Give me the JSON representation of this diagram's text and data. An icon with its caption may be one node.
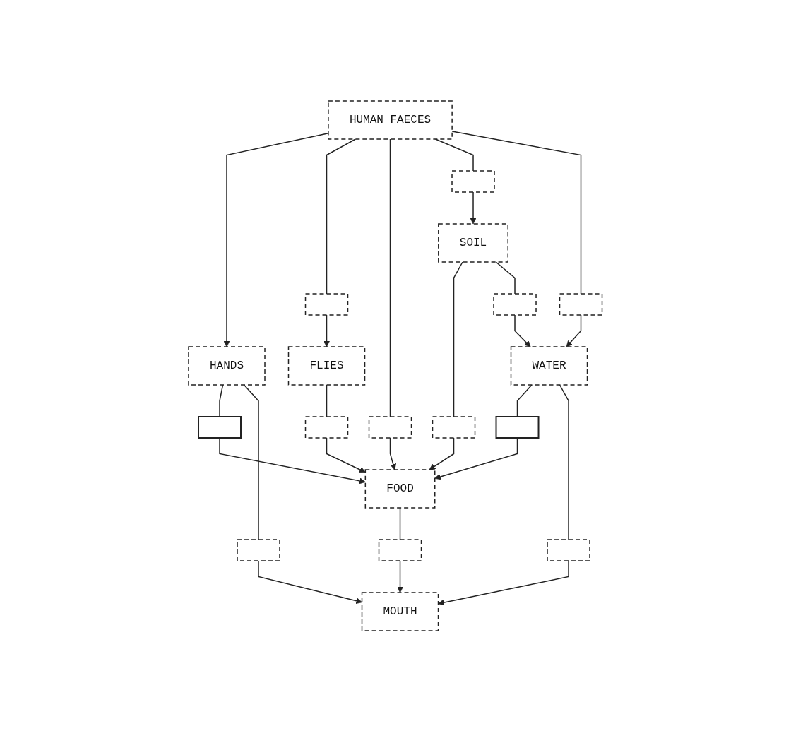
{
  "diagram": {
    "nodes": [
      {
        "text": [
          "HUMAN FAECES"
        ]
      },
      {
        "text": [],
        "shape": "box"
      },
      {
        "text": [],
        "shape": "box"
      },
      {
        "text": [],
        "shape": "box"
      },
      {
        "text": [],
        "shape": "box"
      },
      {
        "text": [
          "FLIES"
        ]
      },
      {
        "text": [
          "SOIL"
        ]
      },
      {
        "text": [],
        "shape": "box"
      },
      {
        "text": [],
        "shape": "box"
      },
      {
        "text": [],
        "shape": "box"
      },
      {
        "text": [
          "HANDS"
        ]
      },
      {
        "text": [],
        "shape": "box"
      },
      {
        "text": [
          "FOOD"
        ]
      },
      {
        "text": [],
        "shape": "box"
      },
      {
        "text": [
          "WATER"
        ]
      },
      {
        "text": [],
        "shape": "box"
      },
      {
        "text": [],
        "shape": "box"
      },
      {
        "text": [],
        "shape": "box"
      },
      {
        "text": [
          "MOUTH"
        ]
      }
    ],
    "edges": [
      {
        "from": 0,
        "to": 10,
        "arrow": "to"
      },
      {
        "from": 0,
        "to": 1,
        "arrow": "none"
      },
      {
        "from": 1,
        "to": 5,
        "arrow": "to"
      },
      {
        "from": 0,
        "to": 2,
        "arrow": "none"
      },
      {
        "from": 2,
        "to": 12,
        "arrow": "to"
      },
      {
        "from": 0,
        "to": 3,
        "arrow": "none"
      },
      {
        "from": 3,
        "to": 6,
        "arrow": "to"
      },
      {
        "from": 0,
        "to": 4,
        "arrow": "none"
      },
      {
        "from": 4,
        "to": 14,
        "arrow": "to"
      },
      {
        "from": 5,
        "to": 7,
        "arrow": "none"
      },
      {
        "from": 7,
        "to": 12,
        "arrow": "to"
      },
      {
        "from": 6,
        "to": 8,
        "arrow": "none"
      },
      {
        "from": 8,
        "to": 12,
        "arrow": "to"
      },
      {
        "from": 6,
        "to": 9,
        "arrow": "none"
      },
      {
        "from": 9,
        "to": 14,
        "arrow": "to"
      },
      {
        "from": 10,
        "to": 11,
        "arrow": "none"
      },
      {
        "from": 11,
        "to": 12,
        "arrow": "to"
      },
      {
        "from": 14,
        "to": 13,
        "arrow": "none"
      },
      {
        "from": 13,
        "to": 12,
        "arrow": "to"
      },
      {
        "from": 10,
        "to": 15,
        "arrow": "none"
      },
      {
        "from": 15,
        "to": 18,
        "arrow": "to"
      },
      {
        "from": 12,
        "to": 16,
        "arrow": "none"
      },
      {
        "from": 16,
        "to": 18,
        "arrow": "to"
      },
      {
        "from": 14,
        "to": 17,
        "arrow": "none"
      },
      {
        "from": 17,
        "to": 18,
        "arrow": "to"
      }
    ]
  }
}
